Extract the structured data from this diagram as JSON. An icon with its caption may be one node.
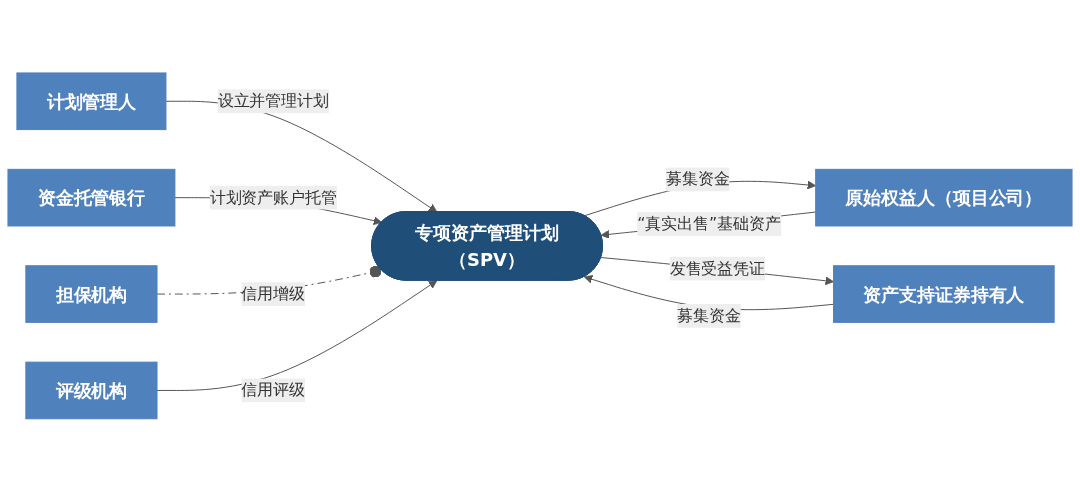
{
  "diagram": {
    "nodes": [
      {
        "text": [
          "计划管理人"
        ]
      },
      {
        "text": [
          "资金托管银行"
        ]
      },
      {
        "text": [
          "原始权益人（项目公司）"
        ]
      },
      {
        "text": [
          "专项资产管理计划（SPV）"
        ]
      },
      {
        "text": [
          "资产支持证券持有人"
        ]
      },
      {
        "text": [
          "担保机构"
        ]
      },
      {
        "text": [
          "评级机构"
        ]
      }
    ],
    "edges": [
      {
        "from": 0,
        "to": 3,
        "arrow": "to",
        "label": "设立并管理计划"
      },
      {
        "from": 1,
        "to": 3,
        "arrow": "to",
        "label": "计划资产账户托管"
      },
      {
        "from": 2,
        "to": 3,
        "arrow": "to",
        "label": "“真实出售”基础资产"
      },
      {
        "from": 3,
        "to": 2,
        "arrow": "to",
        "label": "募集资金"
      },
      {
        "from": 3,
        "to": 4,
        "arrow": "to",
        "label": "发售受益凭证"
      },
      {
        "from": 4,
        "to": 3,
        "arrow": "to",
        "label": "募集资金"
      },
      {
        "from": 5,
        "to": 3,
        "arrow": "other",
        "style": "dashed",
        "label": "信用增级"
      },
      {
        "from": 6,
        "to": 3,
        "arrow": "to",
        "label": "信用评级"
      }
    ]
  }
}
